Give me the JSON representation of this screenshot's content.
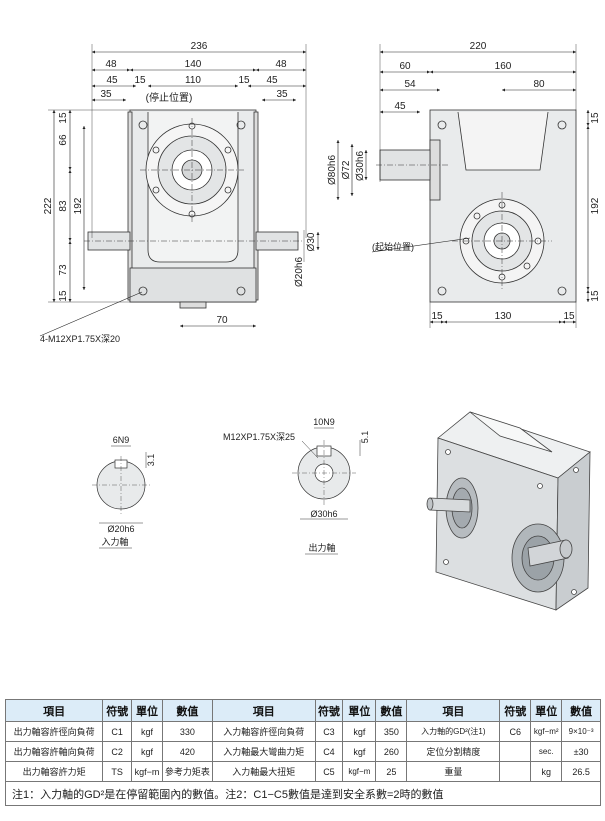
{
  "front_view": {
    "dims_top": [
      "236",
      "48",
      "140",
      "48",
      "45",
      "15",
      "110",
      "15",
      "45",
      "35",
      "35"
    ],
    "stop_position": "(停止位置)",
    "dims_left": [
      "15",
      "66",
      "222",
      "83",
      "192",
      "73",
      "15"
    ],
    "dims_right": [
      "Ø30",
      "Ø20h6"
    ],
    "dim_bottom": "70",
    "tap_note": "4-M12XP1.75X深20"
  },
  "side_view": {
    "dims_top": [
      "220",
      "60",
      "160",
      "54",
      "80",
      "45"
    ],
    "dims_left": [
      "Ø80h6",
      "Ø72",
      "Ø30h6"
    ],
    "dims_right": [
      "15",
      "192",
      "15"
    ],
    "dims_bottom": [
      "15",
      "130",
      "15"
    ],
    "start_position": "(起始位置)"
  },
  "input_shaft": {
    "key": "6N9",
    "depth": "3.1",
    "diameter": "Ø20h6",
    "label": "入力軸"
  },
  "output_shaft": {
    "tap": "M12XP1.75X深25",
    "key": "10N9",
    "depth": "5.1",
    "diameter": "Ø30h6",
    "label": "出力軸"
  },
  "table": {
    "headers": [
      "項目",
      "符號",
      "單位",
      "數值",
      "項目",
      "符號",
      "單位",
      "數值",
      "項目",
      "符號",
      "單位",
      "數值"
    ],
    "rows": [
      [
        "出力軸容許徑向負荷",
        "C1",
        "kgf",
        "330",
        "入力軸容許徑向負荷",
        "C3",
        "kgf",
        "350",
        "入力軸的GD²(注1)",
        "C6",
        "kgf−m²",
        "9×10⁻³"
      ],
      [
        "出力軸容許軸向負荷",
        "C2",
        "kgf",
        "420",
        "入力軸最大彎曲力矩",
        "C4",
        "kgf",
        "260",
        "定位分割精度",
        "",
        "sec.",
        "±30"
      ],
      [
        "出力軸容許力矩",
        "TS",
        "kgf−m",
        "參考力矩表",
        "入力軸最大扭矩",
        "C5",
        "kgf−m",
        "25",
        "重量",
        "",
        "kg",
        "26.5"
      ]
    ],
    "note": "注1：入力軸的GD²是在停留範圍內的數值。注2：C1−C5數值是達到安全系數=2時的數值"
  }
}
